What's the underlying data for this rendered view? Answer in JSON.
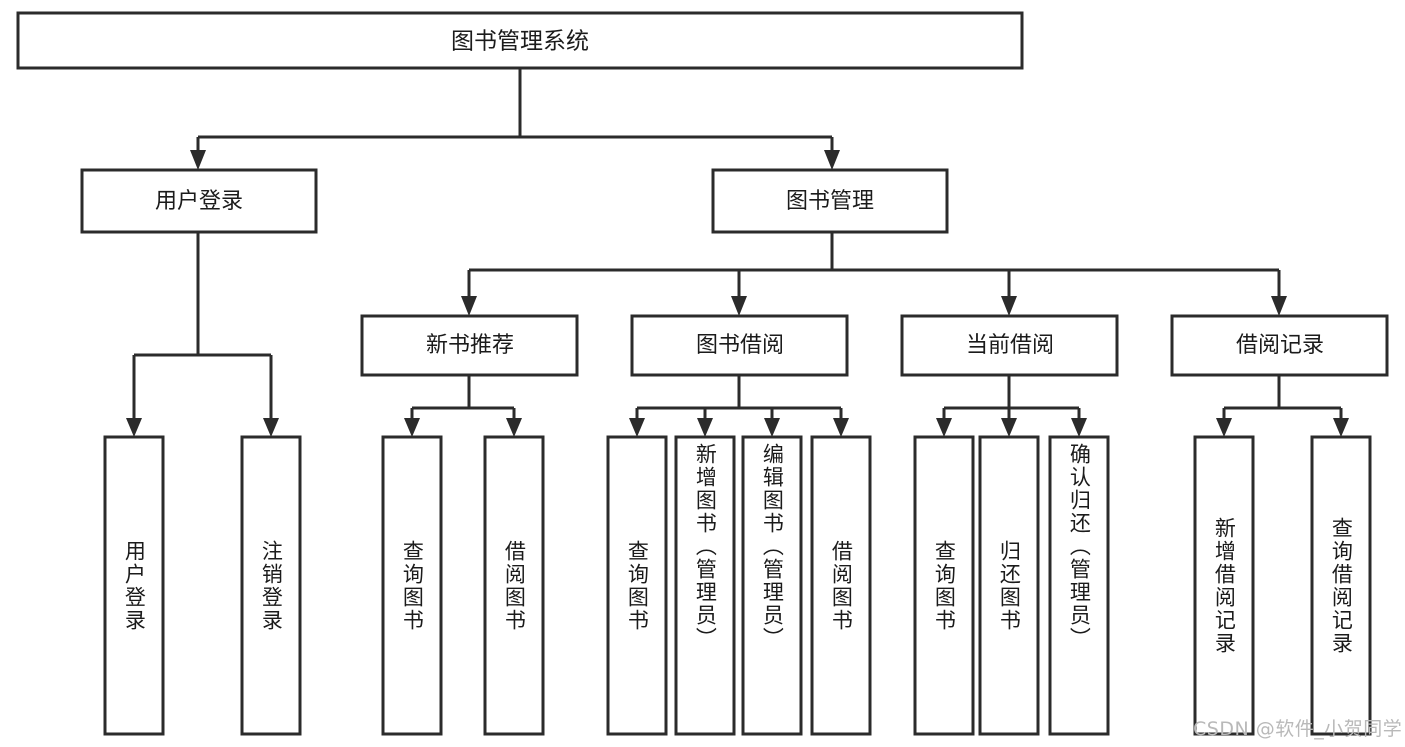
{
  "diagram": {
    "title": "图书管理系统",
    "type": "tree-hierarchy",
    "root": {
      "label": "图书管理系统"
    },
    "level2": [
      {
        "label": "用户登录"
      },
      {
        "label": "图书管理"
      }
    ],
    "level3": [
      {
        "label": "新书推荐"
      },
      {
        "label": "图书借阅"
      },
      {
        "label": "当前借阅"
      },
      {
        "label": "借阅记录"
      }
    ],
    "leaves": {
      "user_login": [
        {
          "label": "用户登录"
        },
        {
          "label": "注销登录"
        }
      ],
      "new_book_recommend": [
        {
          "label": "查询图书"
        },
        {
          "label": "借阅图书"
        }
      ],
      "book_borrow": [
        {
          "label": "查询图书"
        },
        {
          "label": "新增图书（管理员）"
        },
        {
          "label": "编辑图书（管理员）"
        },
        {
          "label": "借阅图书"
        }
      ],
      "current_borrow": [
        {
          "label": "查询图书"
        },
        {
          "label": "归还图书"
        },
        {
          "label": "确认归还（管理员）"
        }
      ],
      "borrow_record": [
        {
          "label": "新增借阅记录"
        },
        {
          "label": "查询借阅记录"
        }
      ]
    },
    "colors": {
      "stroke": "#2b2b2b",
      "fill": "#ffffff",
      "text": "#1b1b1b",
      "watermark": "#b9b9b9"
    }
  },
  "watermark": {
    "text": "CSDN @软件_小贺同学"
  }
}
